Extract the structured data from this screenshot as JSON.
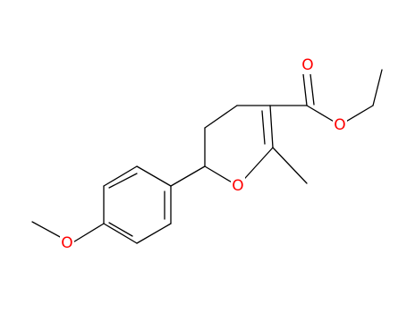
{
  "molecule": {
    "atom_labels": {
      "ester_carbonyl_oxygen": "O",
      "ester_ether_oxygen": "O",
      "ring_oxygen": "O",
      "methoxy_oxygen": "O"
    },
    "colors": {
      "bond": "#000000",
      "oxygen": "#ff0000",
      "background": "#ffffff"
    }
  }
}
